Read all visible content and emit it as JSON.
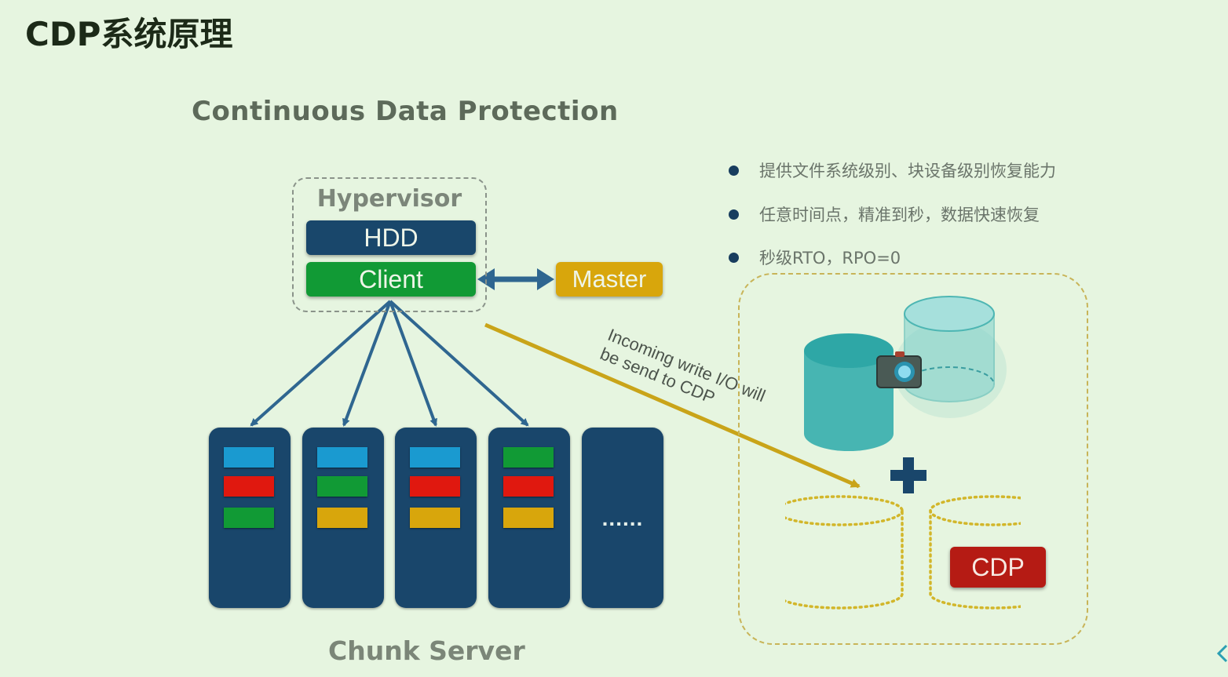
{
  "slide": {
    "title": "CDP系统原理",
    "subtitle": "Continuous Data Protection"
  },
  "hypervisor": {
    "label": "Hypervisor",
    "hdd_label": "HDD",
    "client_label": "Client"
  },
  "master": {
    "label": "Master"
  },
  "io_note": {
    "line1": "Incoming write I/O will",
    "line2": "be send to CDP"
  },
  "chunk_servers": {
    "label": "Chunk Server",
    "servers": [
      {
        "chips": [
          "#1a9ad0",
          "#e0180f",
          "#119a35"
        ]
      },
      {
        "chips": [
          "#1a9ad0",
          "#119a35",
          "#d8a60c"
        ]
      },
      {
        "chips": [
          "#1a9ad0",
          "#e0180f",
          "#d8a60c"
        ]
      },
      {
        "chips": [
          "#119a35",
          "#e0180f",
          "#d8a60c"
        ]
      },
      {
        "chips": [],
        "ellipsis": "......"
      }
    ]
  },
  "bullets": [
    "提供文件系统级别、块设备级别恢复能力",
    "任意时间点，精准到秒，数据快速恢复",
    "秒级RTO，RPO=0"
  ],
  "cdp_panel": {
    "plus": "+",
    "badge": "CDP"
  },
  "colors": {
    "background": "#e6f5e0",
    "navy": "#19476b",
    "green": "#119a35",
    "gold": "#d8a60c",
    "red": "#b51b14",
    "teal": "#3aaeb0"
  }
}
